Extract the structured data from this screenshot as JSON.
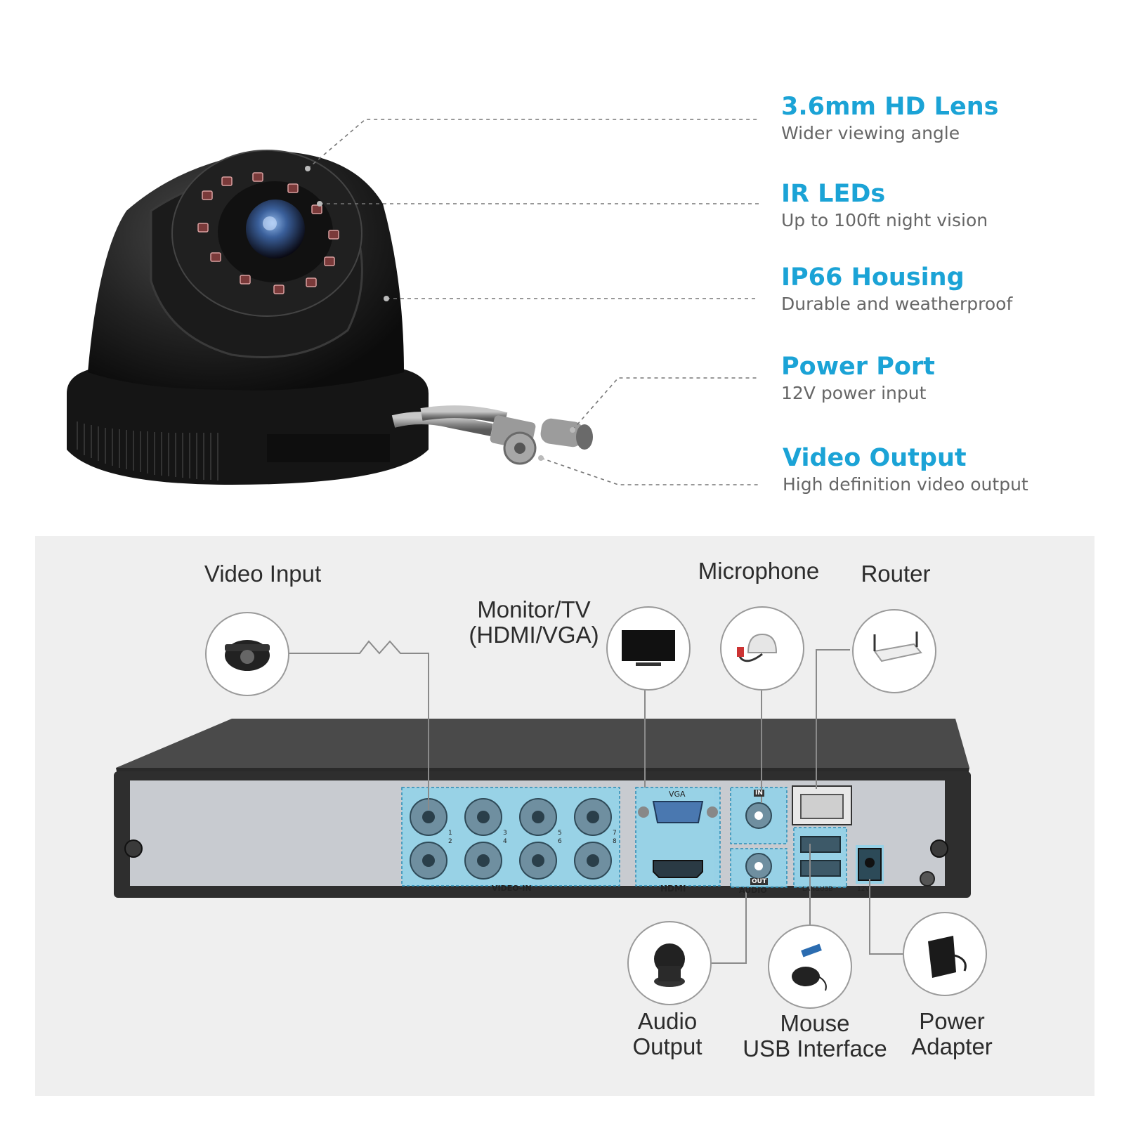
{
  "features": [
    {
      "title": "3.6mm HD Lens",
      "subtitle": "Wider viewing angle"
    },
    {
      "title": "IR LEDs",
      "subtitle": "Up to 100ft night vision"
    },
    {
      "title": "IP66 Housing",
      "subtitle": "Durable and weatherproof"
    },
    {
      "title": "Power Port",
      "subtitle": "12V power input"
    },
    {
      "title": "Video Output",
      "subtitle": "High definition video output"
    }
  ],
  "connections": {
    "video_input": "Video Input",
    "monitor_line1": "Monitor/TV",
    "monitor_line2": "(HDMI/VGA)",
    "microphone": "Microphone",
    "router": "Router",
    "audio_output_line1": "Audio",
    "audio_output_line2": "Output",
    "mouse_line1": "Mouse",
    "mouse_line2": "USB Interface",
    "power_line1": "Power",
    "power_line2": "Adapter"
  },
  "dvr_labels": {
    "video_in": "VIDEO-IN",
    "vga": "VGA",
    "hdmi": "HDMI",
    "audio": "AUDIO",
    "audio_in": "IN",
    "audio_out": "OUT",
    "lan_usb": "LAN&USB",
    "power": "12V",
    "channels": [
      "1",
      "2",
      "3",
      "4",
      "5",
      "6",
      "7",
      "8"
    ]
  },
  "colors": {
    "accent": "#1ba3d6",
    "highlight": "#8fd3ea"
  }
}
